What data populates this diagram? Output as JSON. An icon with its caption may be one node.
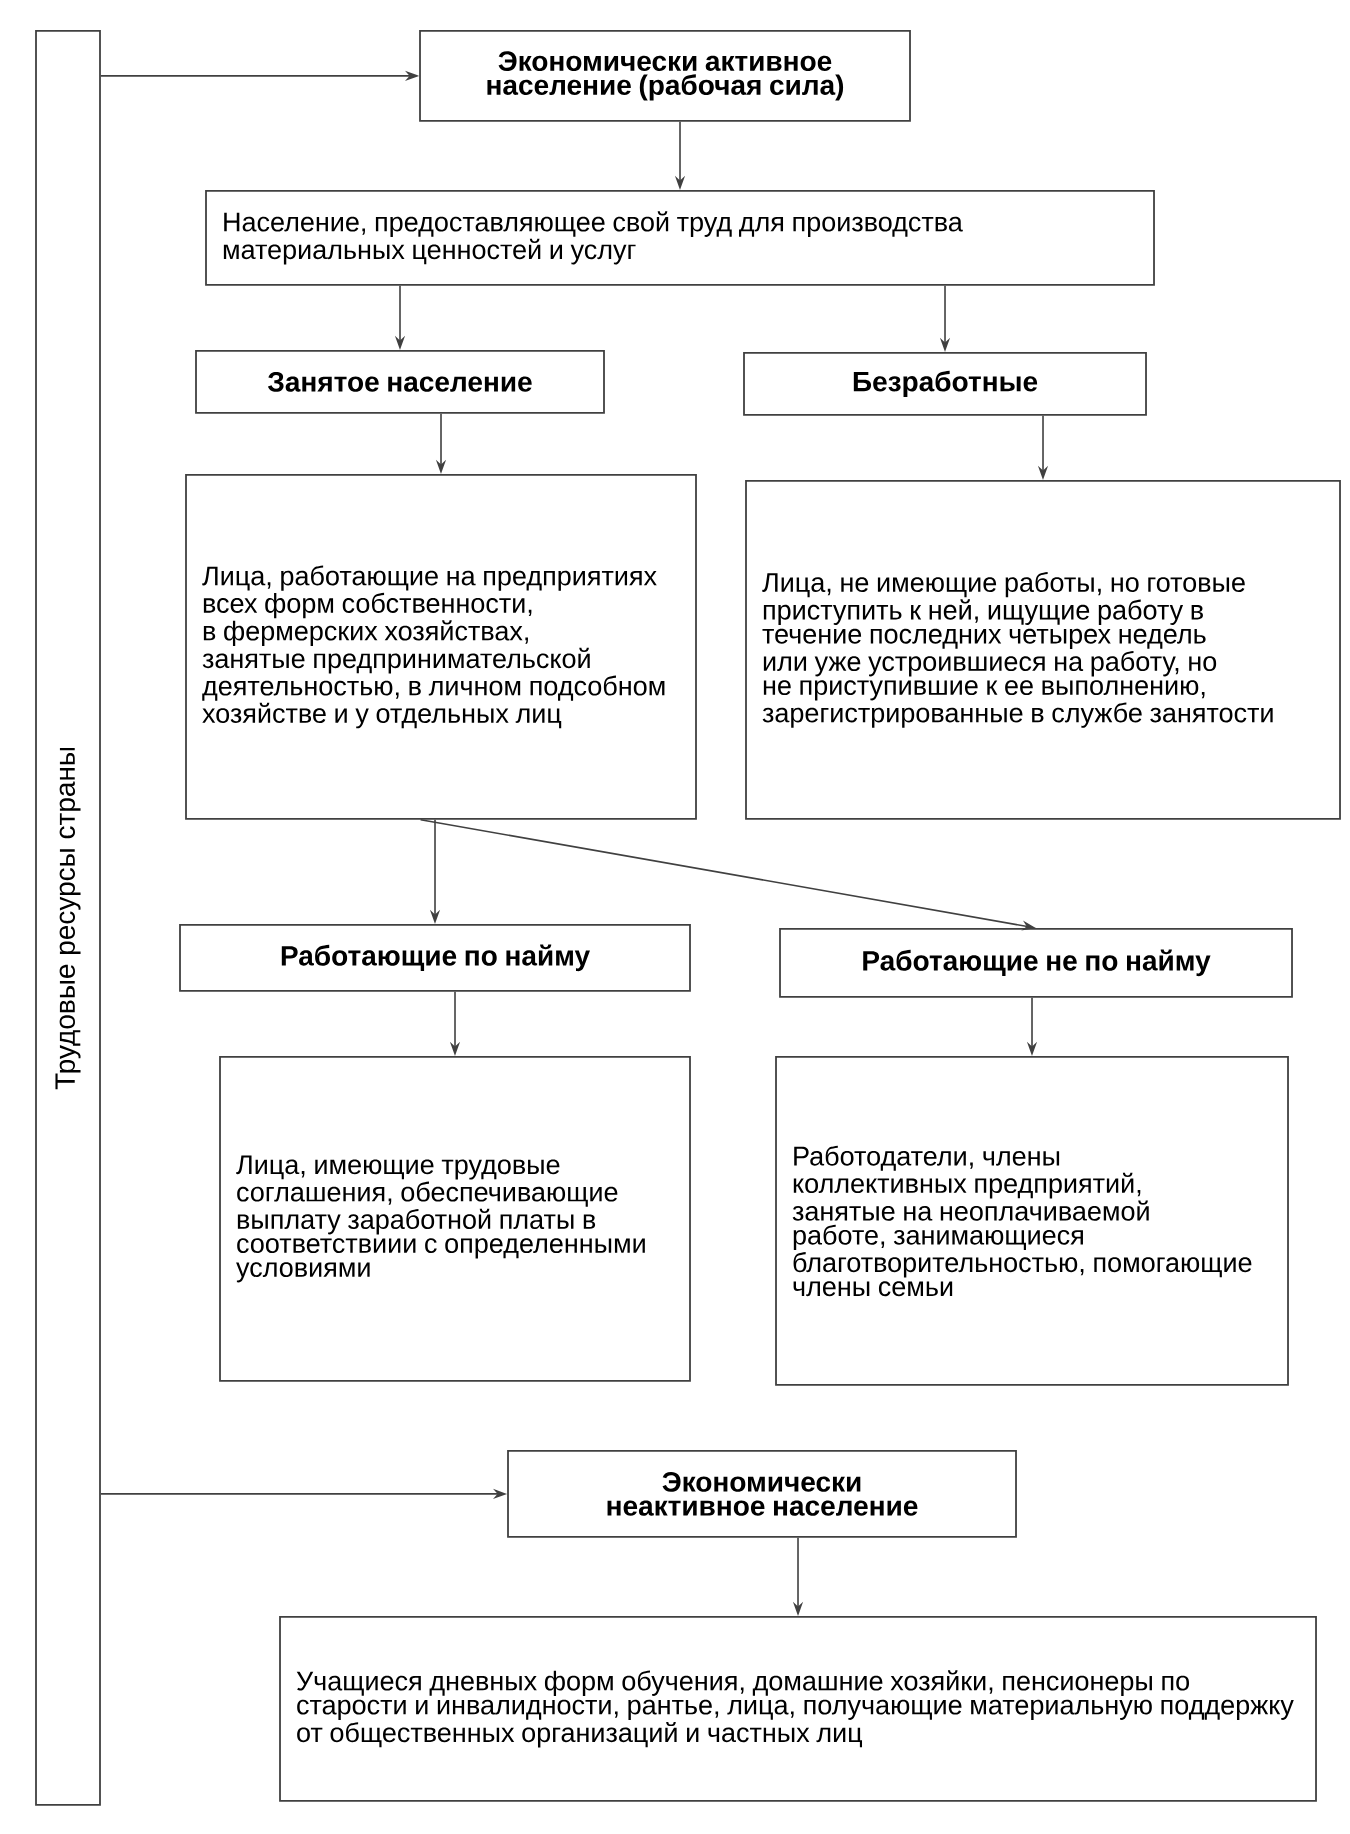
{
  "diagram": {
    "nodes": [
      {
        "text": [
          "Трудовые ресурсы страны"
        ]
      },
      {
        "text": [
          "Экономически активное население (рабочая сила)"
        ]
      },
      {
        "text": [
          "Население, предоставляющее свой труд для производства материальных ценностей и услуг"
        ]
      },
      {
        "text": [
          "Занятое население"
        ]
      },
      {
        "text": [
          "Безработные"
        ]
      },
      {
        "text": [
          "Лица, работающие на предприятиях всех форм собственности, в фермерских хозяйствах, занятые предпринимательской деятельностью, в личном подсобном хозяйстве и у отдельных лиц"
        ]
      },
      {
        "text": [
          "Лица, не имеющие работы, но готовые приступить к ней, ищущие работу в течение последних четырех недель или уже устроившиеся на работу, но не приступившие к ее выполнению, зарегистрированные в службе занятости"
        ]
      },
      {
        "text": [
          "Работающие по найму"
        ]
      },
      {
        "text": [
          "Работающие не по найму"
        ]
      },
      {
        "text": [
          "Лица, имеющие трудовые соглашения, обеспечивающие выплату заработной платы в соответствиии с определенными условиями"
        ]
      },
      {
        "text": [
          "Работодатели, члены коллективных предприятий, занятые на неоплачиваемой работе, занимающиеся благотворительностью, помогающие члены семьи"
        ]
      },
      {
        "text": [
          "Экономически неактивное население"
        ]
      },
      {
        "text": [
          "Учащиеся дневных форм обучения, домашние хозяйки, пенсионеры по старости и инвалидности, рантье, лица, получающие материальную поддержку от общественных организаций и частных лиц"
        ]
      }
    ],
    "edges": [
      {
        "from": 0,
        "to": 1,
        "arrow": "to"
      },
      {
        "from": 1,
        "to": 2,
        "arrow": "to"
      },
      {
        "from": 2,
        "to": 3,
        "arrow": "to"
      },
      {
        "from": 2,
        "to": 4,
        "arrow": "to"
      },
      {
        "from": 3,
        "to": 5,
        "arrow": "to"
      },
      {
        "from": 4,
        "to": 6,
        "arrow": "to"
      },
      {
        "from": 5,
        "to": 7,
        "arrow": "to"
      },
      {
        "from": 5,
        "to": 8,
        "arrow": "to"
      },
      {
        "from": 7,
        "to": 9,
        "arrow": "to"
      },
      {
        "from": 8,
        "to": 10,
        "arrow": "to"
      },
      {
        "from": 0,
        "to": 11,
        "arrow": "to"
      },
      {
        "from": 11,
        "to": 12,
        "arrow": "to"
      }
    ]
  }
}
